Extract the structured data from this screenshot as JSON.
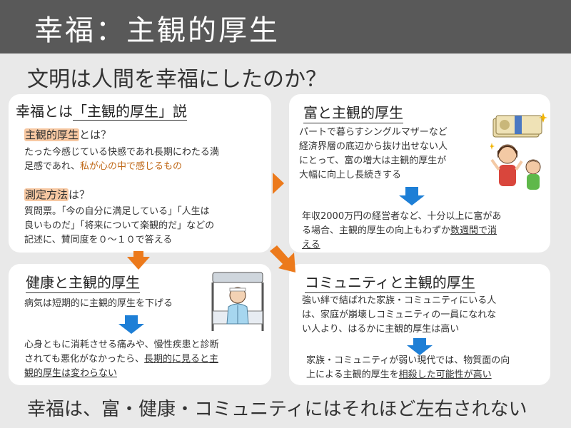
{
  "title": "幸福：主観的厚生",
  "question": "文明は人間を幸福にしたのか？",
  "theory": {
    "title_prefix": "幸福とは",
    "title_quoted": "「主観的厚生」",
    "title_suffix": "説",
    "q1_term": "主観的厚生",
    "q1_rest": "とは？",
    "q1_line1": "たった今感じている快感であれ長期にわたる満",
    "q1_line2a": "足感であれ、",
    "q1_line2b": "私が心の中で感じるもの",
    "q2_term": "測定方法",
    "q2_rest": "は？",
    "q2_line1": "質問票。「今の自分に満足している」「人生は",
    "q2_line2": "良いものだ」「将来について楽観的だ」などの",
    "q2_line3": "記述に、賛同度を０～１０で答える"
  },
  "wealth": {
    "title": "富と主観的厚生",
    "p1_line1": "パートで暮らすシングルマザーなど",
    "p1_line2": "経済界層の底辺から抜け出せない人",
    "p1_line3": "にとって、富の増大は主観的厚生が",
    "p1_line4": "大幅に向上し長続きする",
    "p2_line1": "年収2000万円の経営者など、十分以上に富があ",
    "p2_line2a": "る場合、主観的厚生の向上もわずか",
    "p2_line2b": "数週間で消",
    "p2_line3": "える"
  },
  "health": {
    "title": "健康と主観的厚生",
    "p1": "病気は短期的に主観的厚生を下げる",
    "p2_line1": "心身ともに消耗させる痛みや、慢性疾患と診断",
    "p2_line2a": "されても悪化がなかったら、",
    "p2_line2b": "長期的に見ると主",
    "p2_line3": "観的厚生は変わらない"
  },
  "community": {
    "title": "コミュニティと主観的厚生",
    "p1_line1": "強い絆で結ばれた家族・コミュニティにいる人",
    "p1_line2": "は、家庭が崩壊しコミュニティの一員になれな",
    "p1_line3": "い人より、はるかに主観的厚生は高い",
    "p2_line1": "家族・コミュニティが弱い現代では、物質面の向",
    "p2_line2a": "上による主観的厚生を",
    "p2_line2b": "相殺した可能性が高い"
  },
  "conclusion": "幸福は、富・健康・コミュニティにはそれほど左右されない",
  "colors": {
    "title_bar": "#595959",
    "background": "#e9e9e9",
    "highlight": "#f7c8a2",
    "orange_text": "#c06a1a",
    "orange_arrow": "#ec7a1c",
    "blue_arrow": "#1e7fd6"
  }
}
